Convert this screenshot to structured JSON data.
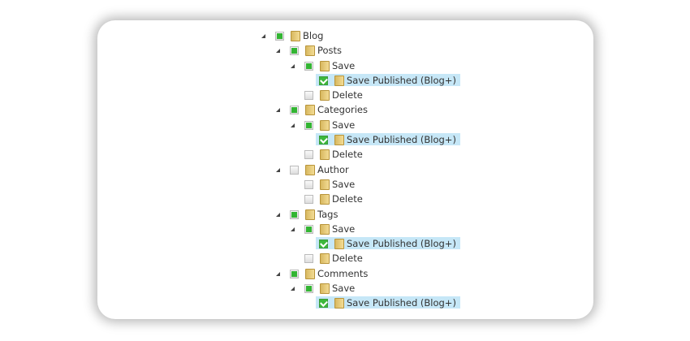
{
  "tree": [
    {
      "label": "Blog",
      "level": 0,
      "state": "partial",
      "expanded": true,
      "selected": false
    },
    {
      "label": "Posts",
      "level": 1,
      "state": "partial",
      "expanded": true,
      "selected": false
    },
    {
      "label": "Save",
      "level": 2,
      "state": "partial",
      "expanded": true,
      "selected": false
    },
    {
      "label": "Save Published (Blog+)",
      "level": 3,
      "state": "checked",
      "expanded": false,
      "selected": true
    },
    {
      "label": "Delete",
      "level": 2,
      "state": "unchecked",
      "expanded": false,
      "selected": false
    },
    {
      "label": "Categories",
      "level": 1,
      "state": "partial",
      "expanded": true,
      "selected": false
    },
    {
      "label": "Save",
      "level": 2,
      "state": "partial",
      "expanded": true,
      "selected": false
    },
    {
      "label": "Save Published (Blog+)",
      "level": 3,
      "state": "checked",
      "expanded": false,
      "selected": true
    },
    {
      "label": "Delete",
      "level": 2,
      "state": "unchecked",
      "expanded": false,
      "selected": false
    },
    {
      "label": "Author",
      "level": 1,
      "state": "unchecked",
      "expanded": true,
      "selected": false
    },
    {
      "label": "Save",
      "level": 2,
      "state": "unchecked",
      "expanded": false,
      "selected": false
    },
    {
      "label": "Delete",
      "level": 2,
      "state": "unchecked",
      "expanded": false,
      "selected": false
    },
    {
      "label": "Tags",
      "level": 1,
      "state": "partial",
      "expanded": true,
      "selected": false
    },
    {
      "label": "Save",
      "level": 2,
      "state": "partial",
      "expanded": true,
      "selected": false
    },
    {
      "label": "Save Published (Blog+)",
      "level": 3,
      "state": "checked",
      "expanded": false,
      "selected": true
    },
    {
      "label": "Delete",
      "level": 2,
      "state": "unchecked",
      "expanded": false,
      "selected": false
    },
    {
      "label": "Comments",
      "level": 1,
      "state": "partial",
      "expanded": true,
      "selected": false
    },
    {
      "label": "Save",
      "level": 2,
      "state": "partial",
      "expanded": true,
      "selected": false
    },
    {
      "label": "Save Published (Blog+)",
      "level": 3,
      "state": "checked",
      "expanded": false,
      "selected": true
    }
  ]
}
